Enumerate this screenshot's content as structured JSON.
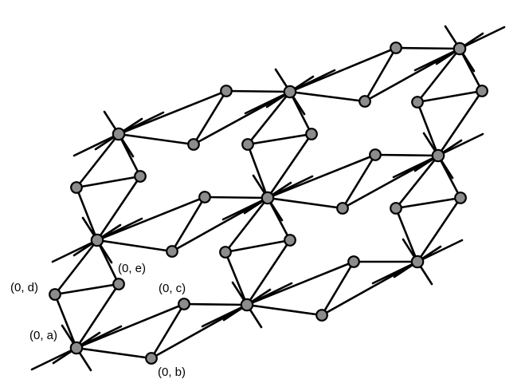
{
  "labels": {
    "a": "(0, a)",
    "b": "(0, b)",
    "c": "(0, c)",
    "d": "(0, d)",
    "e": "(0, e)"
  },
  "colors": {
    "edge": "#000000",
    "node_fill": "#8c8c8c",
    "node_stroke": "#000000",
    "background": "#ffffff"
  }
}
